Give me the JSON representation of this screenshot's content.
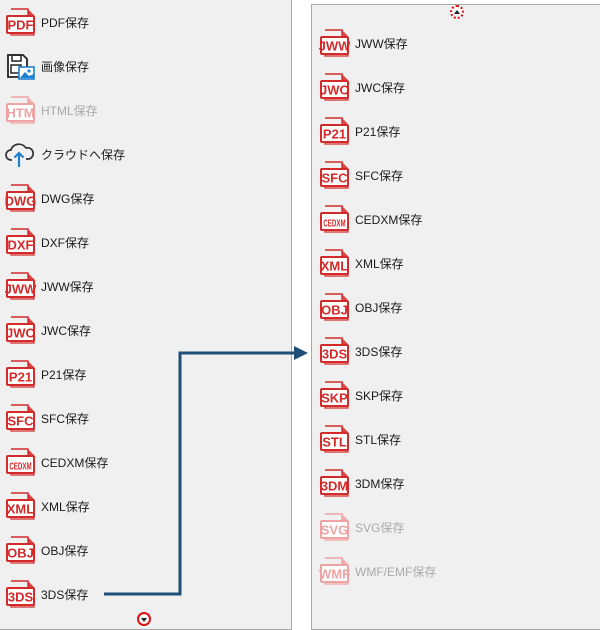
{
  "left_menu": {
    "items": [
      {
        "label": "PDF保存",
        "icon": "file-pdf-icon",
        "code": "PDF",
        "type": "file",
        "disabled": false
      },
      {
        "label": "画像保存",
        "icon": "image-save-icon",
        "type": "image",
        "disabled": false
      },
      {
        "label": "HTML保存",
        "icon": "file-html-icon",
        "code": "HTM",
        "type": "file",
        "disabled": true
      },
      {
        "label": "クラウドへ保存",
        "icon": "cloud-upload-icon",
        "type": "cloud",
        "disabled": false
      },
      {
        "label": "DWG保存",
        "icon": "file-dwg-icon",
        "code": "DWG",
        "type": "file",
        "disabled": false
      },
      {
        "label": "DXF保存",
        "icon": "file-dxf-icon",
        "code": "DXF",
        "type": "file",
        "disabled": false
      },
      {
        "label": "JWW保存",
        "icon": "file-jww-icon",
        "code": "JWW",
        "type": "file",
        "disabled": false
      },
      {
        "label": "JWC保存",
        "icon": "file-jwc-icon",
        "code": "JWC",
        "type": "file",
        "disabled": false
      },
      {
        "label": "P21保存",
        "icon": "file-p21-icon",
        "code": "P21",
        "type": "file",
        "disabled": false
      },
      {
        "label": "SFC保存",
        "icon": "file-sfc-icon",
        "code": "SFC",
        "type": "file",
        "disabled": false
      },
      {
        "label": "CEDXM保存",
        "icon": "file-cedxm-icon",
        "code": "CEDXM",
        "type": "file",
        "disabled": false
      },
      {
        "label": "XML保存",
        "icon": "file-xml-icon",
        "code": "XML",
        "type": "file",
        "disabled": false
      },
      {
        "label": "OBJ保存",
        "icon": "file-obj-icon",
        "code": "OBJ",
        "type": "file",
        "disabled": false
      },
      {
        "label": "3DS保存",
        "icon": "file-3ds-icon",
        "code": "3DS",
        "type": "file",
        "disabled": false
      }
    ]
  },
  "right_menu": {
    "items": [
      {
        "label": "JWW保存",
        "icon": "file-jww-icon",
        "code": "JWW",
        "type": "file",
        "disabled": false
      },
      {
        "label": "JWC保存",
        "icon": "file-jwc-icon",
        "code": "JWC",
        "type": "file",
        "disabled": false
      },
      {
        "label": "P21保存",
        "icon": "file-p21-icon",
        "code": "P21",
        "type": "file",
        "disabled": false
      },
      {
        "label": "SFC保存",
        "icon": "file-sfc-icon",
        "code": "SFC",
        "type": "file",
        "disabled": false
      },
      {
        "label": "CEDXM保存",
        "icon": "file-cedxm-icon",
        "code": "CEDXM",
        "type": "file",
        "disabled": false
      },
      {
        "label": "XML保存",
        "icon": "file-xml-icon",
        "code": "XML",
        "type": "file",
        "disabled": false
      },
      {
        "label": "OBJ保存",
        "icon": "file-obj-icon",
        "code": "OBJ",
        "type": "file",
        "disabled": false
      },
      {
        "label": "3DS保存",
        "icon": "file-3ds-icon",
        "code": "3DS",
        "type": "file",
        "disabled": false
      },
      {
        "label": "SKP保存",
        "icon": "file-skp-icon",
        "code": "SKP",
        "type": "file",
        "disabled": false
      },
      {
        "label": "STL保存",
        "icon": "file-stl-icon",
        "code": "STL",
        "type": "file",
        "disabled": false
      },
      {
        "label": "3DM保存",
        "icon": "file-3dm-icon",
        "code": "3DM",
        "type": "file",
        "disabled": false
      },
      {
        "label": "SVG保存",
        "icon": "file-svg-icon",
        "code": "SVG",
        "type": "file",
        "disabled": true
      },
      {
        "label": "WMF/EMF保存",
        "icon": "file-wmf-icon",
        "code": "WMF",
        "type": "file",
        "disabled": true
      }
    ]
  },
  "scroll": {
    "down_icon": "chevron-down-icon",
    "up_icon": "chevron-up-icon",
    "highlight_color": "#e01010"
  },
  "colors": {
    "icon_red": "#d42a2a",
    "icon_red_disabled": "#efa2a2",
    "arrow_blue": "#1f4e79",
    "panel_bg": "#f0f0f0",
    "text": "#1a1a1a",
    "text_disabled": "#a9a9a9"
  }
}
